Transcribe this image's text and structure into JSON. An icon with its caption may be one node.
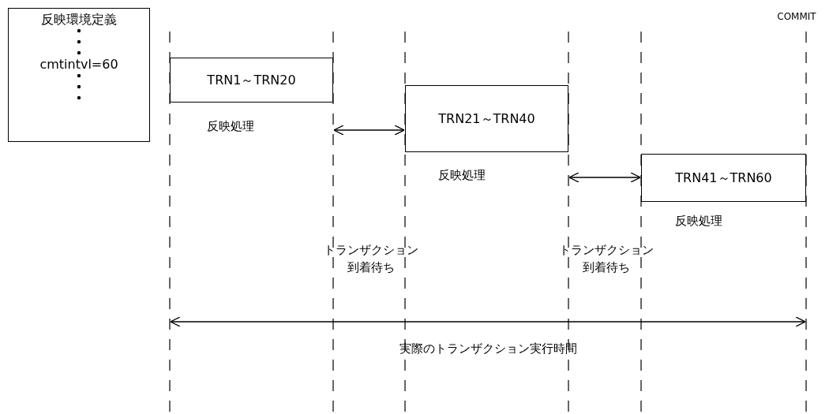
{
  "diagram": {
    "nodes": [
      {
        "text": [
          "反映環境定義",
          "cmtintvl=60"
        ]
      },
      {
        "text": [
          "TRN1～TRN20"
        ],
        "beside": [
          "反映処理"
        ]
      },
      {
        "text": [
          "TRN21～TRN40"
        ],
        "beside": [
          "反映処理"
        ]
      },
      {
        "text": [
          "TRN41～TRN60"
        ],
        "beside": [
          "反映処理"
        ]
      }
    ],
    "edges": [],
    "labels": [
      "COMMIT",
      "トランザクション到着待ち",
      "トランザクション到着待ち",
      "実際のトランザクション実行時間"
    ]
  }
}
